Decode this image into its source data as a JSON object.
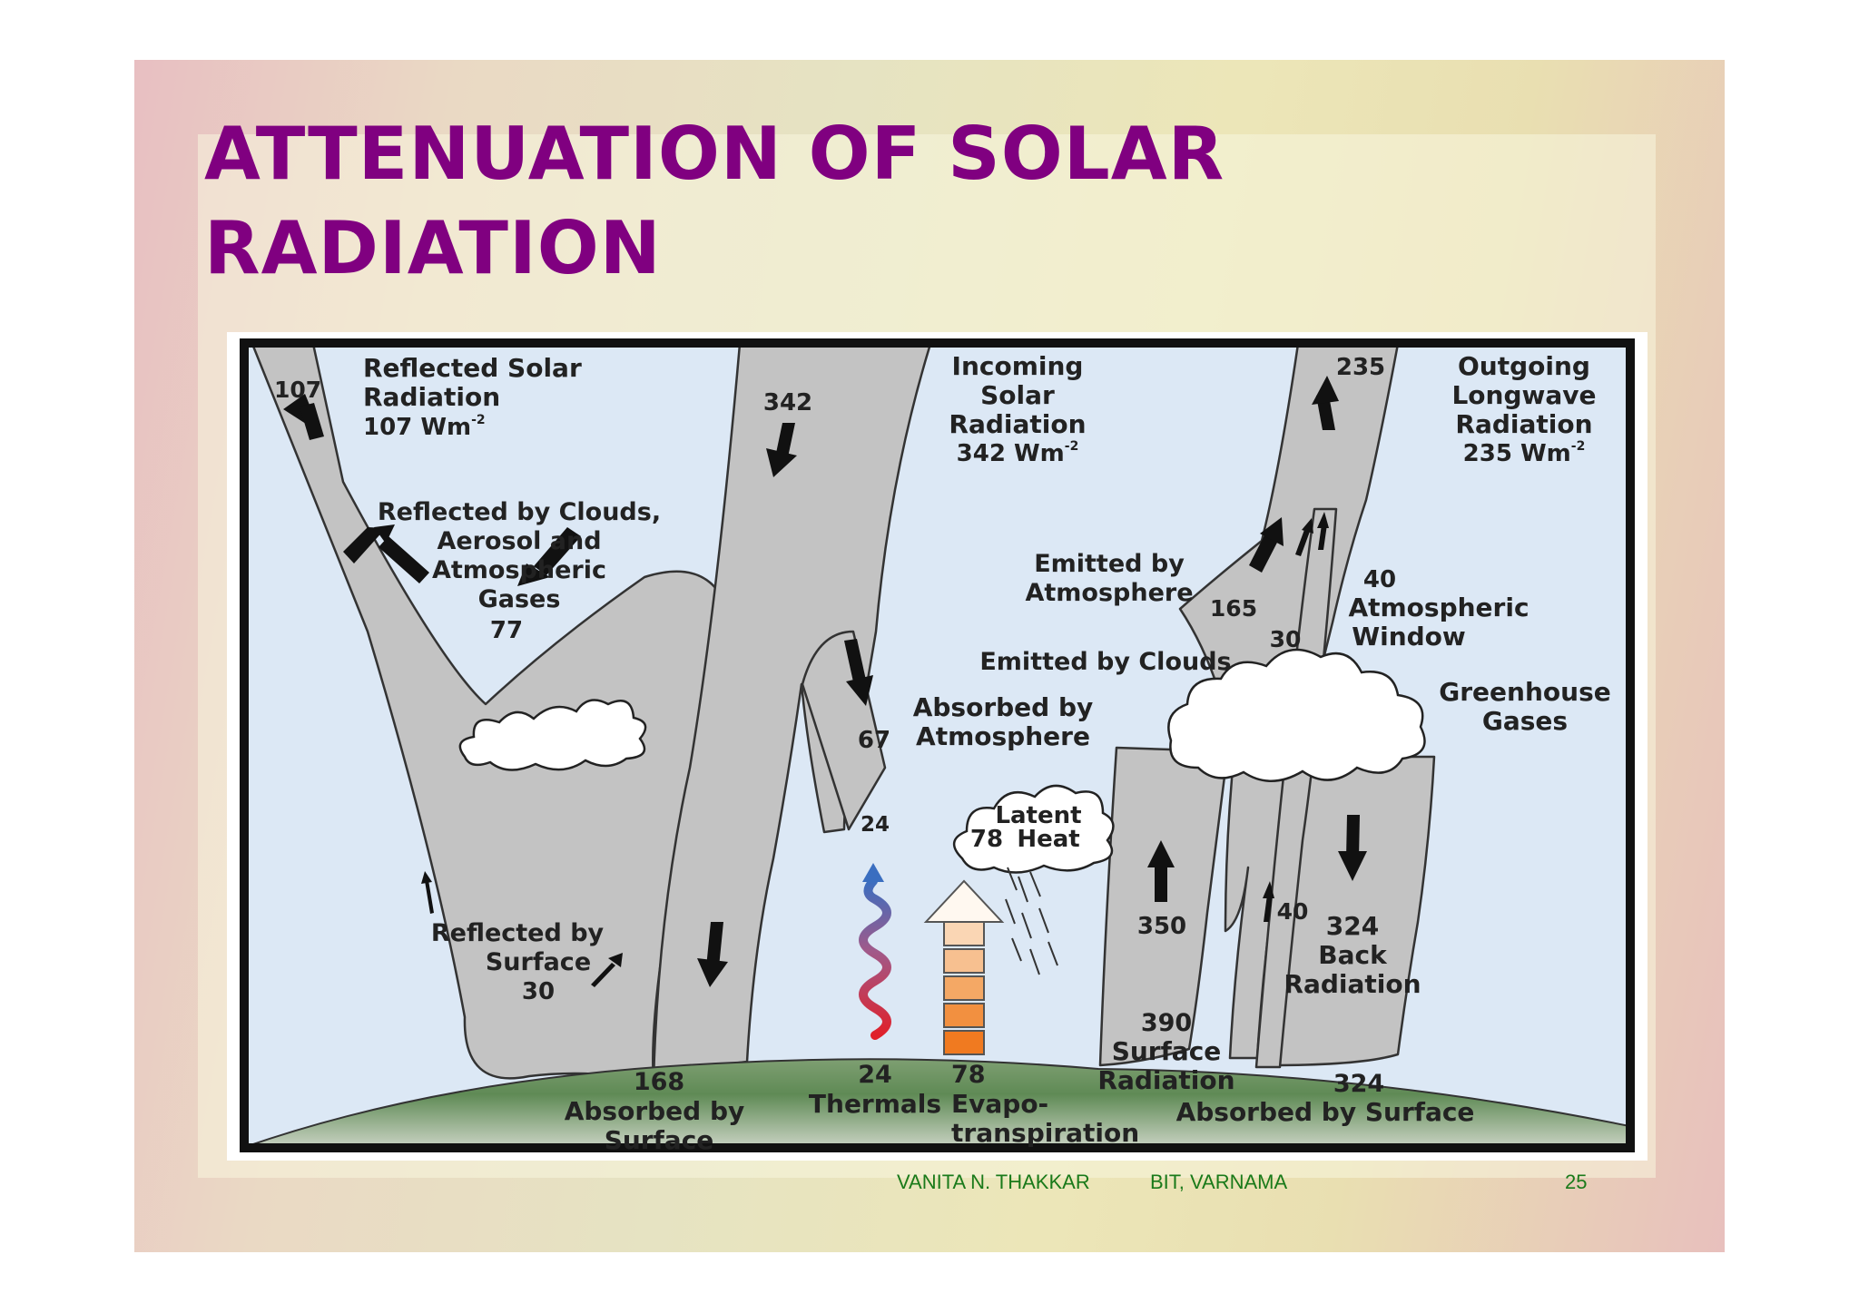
{
  "slide": {
    "title_line1": "ATTENUATION OF SOLAR",
    "title_line2": "RADIATION",
    "footer_author": "VANITA N. THAKKAR",
    "footer_institute": "BIT, VARNAMA",
    "page_number": "25"
  },
  "colors": {
    "title": "#800080",
    "sky": "#dce8f5",
    "band": "#c3c3c3",
    "ground": "#5f8a55",
    "footer": "#1a7a1a"
  },
  "diagram": {
    "reflected_solar": {
      "value": "107",
      "label": [
        "Reflected Solar",
        "Radiation"
      ],
      "units": "107 Wm",
      "exp": "-2"
    },
    "incoming_solar": {
      "value": "342",
      "label": [
        "Incoming",
        "Solar",
        "Radiation"
      ],
      "units": "342 Wm",
      "exp": "-2"
    },
    "outgoing_longwave": {
      "value": "235",
      "label": [
        "Outgoing",
        "Longwave",
        "Radiation"
      ],
      "units": "235 Wm",
      "exp": "-2"
    },
    "reflected_by_clouds": {
      "label": [
        "Reflected by Clouds,",
        "Aerosol and",
        "Atmospheric",
        "Gases"
      ],
      "value": "77"
    },
    "emitted_by_atmosphere": {
      "label": [
        "Emitted by",
        "Atmosphere"
      ],
      "value": "165"
    },
    "emitted_by_clouds": {
      "label": "Emitted by Clouds",
      "value": "30"
    },
    "atmospheric_window": {
      "value": "40",
      "label": [
        "Atmospheric",
        "Window"
      ],
      "surface_value": "40"
    },
    "greenhouse_gases": {
      "label": [
        "Greenhouse",
        "Gases"
      ]
    },
    "absorbed_by_atmosphere": {
      "value": "67",
      "label": [
        "Absorbed by",
        "Atmosphere"
      ]
    },
    "latent_heat": {
      "label": [
        "Latent",
        "Heat"
      ],
      "value": "78"
    },
    "thermals": {
      "value": "24",
      "bottom_value": "24",
      "label": "Thermals"
    },
    "evapotranspiration": {
      "value": "78",
      "label": [
        "Evapo-",
        "transpiration"
      ]
    },
    "reflected_by_surface": {
      "label": [
        "Reflected by",
        "Surface"
      ],
      "value": "30"
    },
    "absorbed_by_surface_solar": {
      "value": "168",
      "label": [
        "Absorbed by",
        "Surface"
      ]
    },
    "surface_radiation": {
      "arrow_value": "350",
      "value": "390",
      "label": [
        "Surface",
        "Radiation"
      ]
    },
    "back_radiation": {
      "value": "324",
      "label": [
        "Back",
        "Radiation"
      ]
    },
    "absorbed_by_surface_longwave": {
      "value": "324",
      "label": "Absorbed by Surface"
    }
  }
}
